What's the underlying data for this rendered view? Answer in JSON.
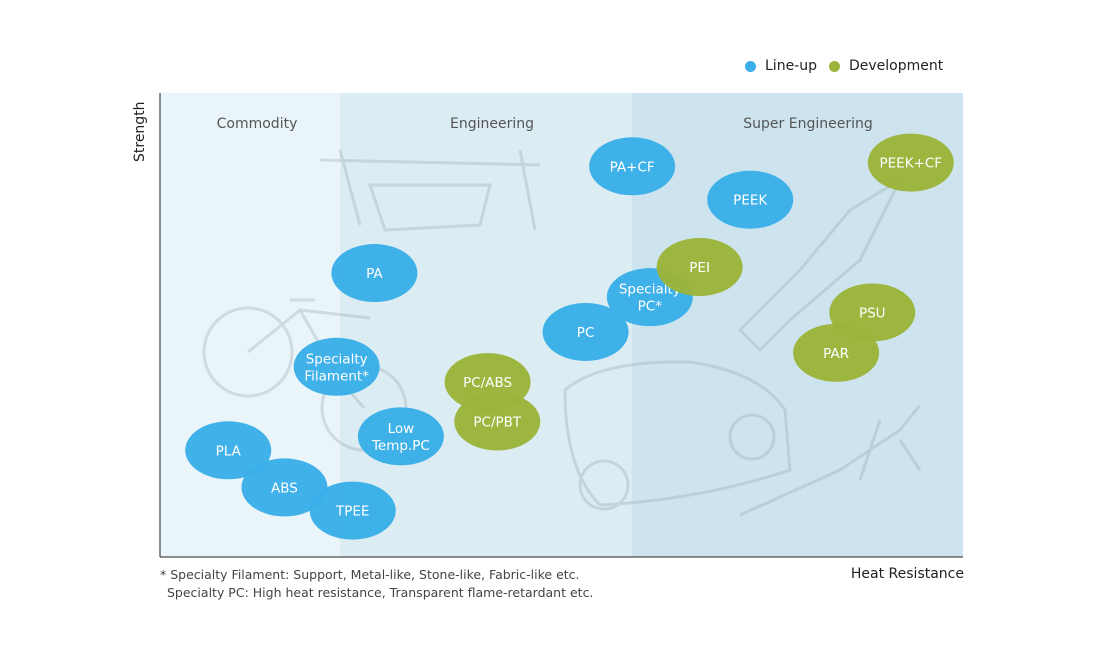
{
  "legend": {
    "lineup_label": "Line-up",
    "development_label": "Development",
    "lineup_color": "#3aaee8",
    "development_color": "#9bb43a"
  },
  "chart_data": {
    "type": "scatter",
    "xlabel": "Heat Resistance",
    "ylabel": "Strength",
    "regions": [
      {
        "label": "Commodity",
        "color": "#eaf5fa"
      },
      {
        "label": "Engineering",
        "color": "#dcecf3"
      },
      {
        "label": "Super Engineering",
        "color": "#cde4ee"
      }
    ],
    "series": [
      {
        "name": "Line-up",
        "color": "#3aaee8",
        "points": [
          {
            "label": "PLA",
            "x": 0.085,
            "y": 0.23
          },
          {
            "label": "ABS",
            "x": 0.155,
            "y": 0.15
          },
          {
            "label": "TPEE",
            "x": 0.24,
            "y": 0.1
          },
          {
            "label": "Low Temp.PC",
            "x": 0.3,
            "y": 0.26
          },
          {
            "label": "Specialty Filament*",
            "x": 0.22,
            "y": 0.41
          },
          {
            "label": "PA",
            "x": 0.267,
            "y": 0.612
          },
          {
            "label": "PC",
            "x": 0.53,
            "y": 0.485
          },
          {
            "label": "Specialty PC*",
            "x": 0.61,
            "y": 0.56
          },
          {
            "label": "PA+CF",
            "x": 0.588,
            "y": 0.842
          },
          {
            "label": "PEEK",
            "x": 0.735,
            "y": 0.77
          }
        ]
      },
      {
        "name": "Development",
        "color": "#9bb43a",
        "points": [
          {
            "label": "PC/ABS",
            "x": 0.408,
            "y": 0.377
          },
          {
            "label": "PC/PBT",
            "x": 0.42,
            "y": 0.292
          },
          {
            "label": "PEI",
            "x": 0.672,
            "y": 0.625
          },
          {
            "label": "PSU",
            "x": 0.887,
            "y": 0.527
          },
          {
            "label": "PAR",
            "x": 0.842,
            "y": 0.44
          },
          {
            "label": "PEEK+CF",
            "x": 0.935,
            "y": 0.85
          }
        ]
      }
    ]
  },
  "notes": [
    "* Specialty Filament: Support, Metal-like, Stone-like, Fabric-like etc.",
    "Specialty PC: High heat resistance, Transparent flame-retardant etc."
  ]
}
